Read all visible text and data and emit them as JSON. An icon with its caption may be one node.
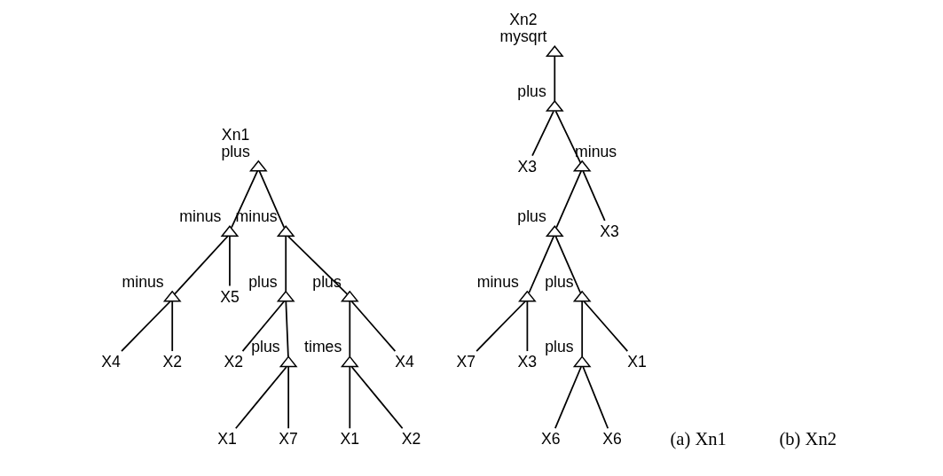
{
  "diagram": {
    "nodes": [
      {
        "text": [
          "plus"
        ],
        "beside": [
          "Xn1"
        ]
      },
      {
        "text": [
          "minus"
        ]
      },
      {
        "text": [
          "minus"
        ]
      },
      {
        "text": [
          "minus"
        ]
      },
      {
        "text": [
          "X5"
        ]
      },
      {
        "text": [
          "X4"
        ]
      },
      {
        "text": [
          "X2"
        ]
      },
      {
        "text": [
          "plus"
        ]
      },
      {
        "text": [
          "plus"
        ]
      },
      {
        "text": [
          "X2"
        ]
      },
      {
        "text": [
          "plus"
        ]
      },
      {
        "text": [
          "X1"
        ]
      },
      {
        "text": [
          "X7"
        ]
      },
      {
        "text": [
          "times"
        ]
      },
      {
        "text": [
          "X4"
        ]
      },
      {
        "text": [
          "X1"
        ]
      },
      {
        "text": [
          "X2"
        ]
      },
      {
        "text": [
          "mysqrt"
        ],
        "beside": [
          "Xn2"
        ]
      },
      {
        "text": [
          "plus"
        ]
      },
      {
        "text": [
          "X3"
        ]
      },
      {
        "text": [
          "minus"
        ]
      },
      {
        "text": [
          "plus"
        ]
      },
      {
        "text": [
          "X3"
        ]
      },
      {
        "text": [
          "minus"
        ]
      },
      {
        "text": [
          "plus"
        ]
      },
      {
        "text": [
          "X7"
        ]
      },
      {
        "text": [
          "X3"
        ]
      },
      {
        "text": [
          "plus"
        ]
      },
      {
        "text": [
          "X1"
        ]
      },
      {
        "text": [
          "X6"
        ]
      },
      {
        "text": [
          "X6"
        ]
      }
    ],
    "edges": [
      {
        "from": 0,
        "to": 1,
        "arrow": "none"
      },
      {
        "from": 0,
        "to": 2,
        "arrow": "none"
      },
      {
        "from": 1,
        "to": 3,
        "arrow": "none"
      },
      {
        "from": 1,
        "to": 4,
        "arrow": "none"
      },
      {
        "from": 3,
        "to": 5,
        "arrow": "none"
      },
      {
        "from": 3,
        "to": 6,
        "arrow": "none"
      },
      {
        "from": 2,
        "to": 7,
        "arrow": "none"
      },
      {
        "from": 2,
        "to": 8,
        "arrow": "none"
      },
      {
        "from": 7,
        "to": 9,
        "arrow": "none"
      },
      {
        "from": 7,
        "to": 10,
        "arrow": "none"
      },
      {
        "from": 10,
        "to": 11,
        "arrow": "none"
      },
      {
        "from": 10,
        "to": 12,
        "arrow": "none"
      },
      {
        "from": 8,
        "to": 13,
        "arrow": "none"
      },
      {
        "from": 8,
        "to": 14,
        "arrow": "none"
      },
      {
        "from": 13,
        "to": 15,
        "arrow": "none"
      },
      {
        "from": 13,
        "to": 16,
        "arrow": "none"
      },
      {
        "from": 17,
        "to": 18,
        "arrow": "none"
      },
      {
        "from": 18,
        "to": 19,
        "arrow": "none"
      },
      {
        "from": 18,
        "to": 20,
        "arrow": "none"
      },
      {
        "from": 20,
        "to": 21,
        "arrow": "none"
      },
      {
        "from": 20,
        "to": 22,
        "arrow": "none"
      },
      {
        "from": 21,
        "to": 23,
        "arrow": "none"
      },
      {
        "from": 21,
        "to": 24,
        "arrow": "none"
      },
      {
        "from": 23,
        "to": 25,
        "arrow": "none"
      },
      {
        "from": 23,
        "to": 26,
        "arrow": "none"
      },
      {
        "from": 24,
        "to": 27,
        "arrow": "none"
      },
      {
        "from": 24,
        "to": 28,
        "arrow": "none"
      },
      {
        "from": 27,
        "to": 29,
        "arrow": "none"
      },
      {
        "from": 27,
        "to": 30,
        "arrow": "none"
      }
    ],
    "labels": [
      "(a) Xn1",
      "(b) Xn2"
    ]
  }
}
